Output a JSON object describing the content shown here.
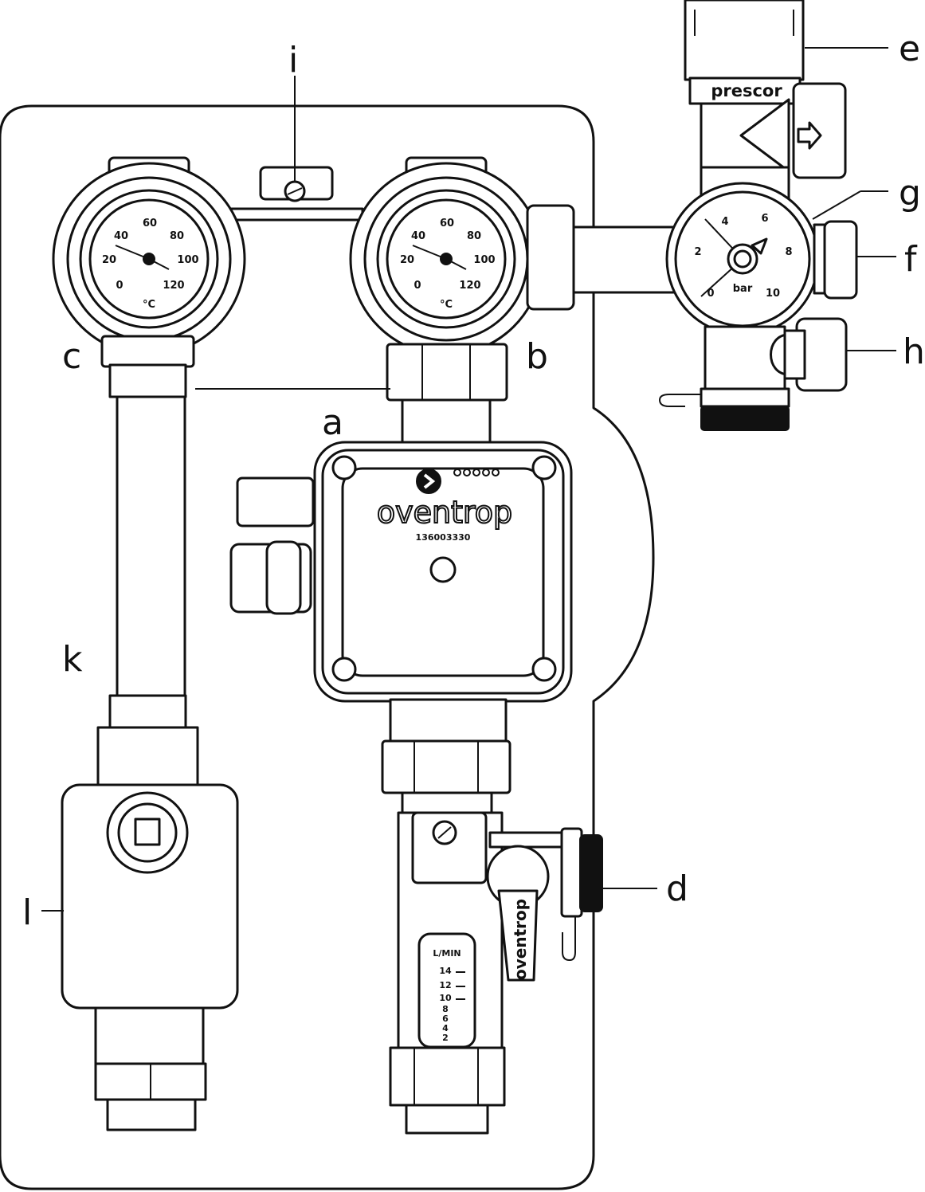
{
  "callouts": {
    "a": "a",
    "b": "b",
    "c": "c",
    "d": "d",
    "e": "e",
    "f": "f",
    "g": "g",
    "h": "h",
    "i": "i",
    "k": "k",
    "l": "l"
  },
  "pump": {
    "brand": "oventrop",
    "serial": "136003330"
  },
  "safety_valve": {
    "brand": "prescor"
  },
  "ball_valve_handle": {
    "brand": "oventrop"
  },
  "thermometer": {
    "scale": [
      "0",
      "20",
      "40",
      "60",
      "80",
      "100",
      "120"
    ],
    "unit": "°C"
  },
  "pressure_gauge": {
    "scale": [
      "0",
      "2",
      "4",
      "6",
      "8",
      "10"
    ],
    "unit": "bar"
  },
  "flow_meter": {
    "unit": "L/MIN",
    "scale": [
      "14",
      "12",
      "10",
      "8",
      "6",
      "4",
      "2"
    ]
  },
  "colors": {
    "line": "#111111",
    "background": "#ffffff"
  }
}
